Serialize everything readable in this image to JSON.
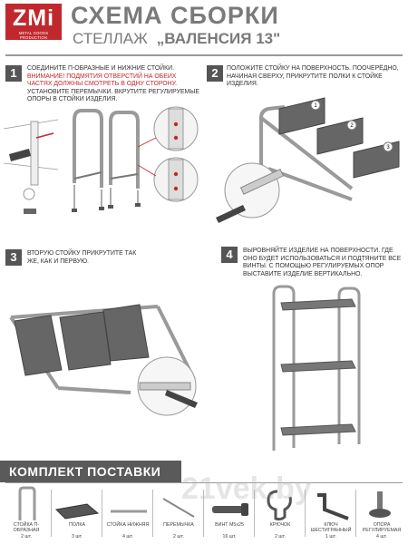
{
  "brand": {
    "logo": "ZMi",
    "tagline": "METAL GOODS PRODUCTION"
  },
  "header": {
    "title": "СХЕМА СБОРКИ",
    "subtitle": "СТЕЛЛАЖ",
    "model": "„ВАЛЕНСИЯ 13\""
  },
  "steps": [
    {
      "num": "1",
      "text_a": "СОЕДИНИТЕ П-ОБРАЗНЫЕ И НИЖНИЕ СТОЙКИ.",
      "warning": "ВНИМАНИЕ! ПОДМЯТИЯ ОТВЕРСТИЙ НА ОБЕИХ ЧАСТЯХ ДОЛЖНЫ СМОТРЕТЬ В ОДНУ СТОРОНУ.",
      "text_b": "УСТАНОВИТЕ ПЕРЕМЫЧКИ. ВКРУТИТЕ РЕГУЛИРУЕМЫЕ ОПОРЫ В СТОЙКИ ИЗДЕЛИЯ."
    },
    {
      "num": "2",
      "text": "ПОЛОЖИТЕ СТОЙКУ НА ПОВЕРХНОСТЬ. ПООЧЕРЁДНО, НАЧИНАЯ СВЕРХУ, ПРИКРУТИТЕ ПОЛКИ К СТОЙКЕ ИЗДЕЛИЯ.",
      "shelf_labels": [
        "1",
        "2",
        "3"
      ]
    },
    {
      "num": "3",
      "text": "ВТОРУЮ СТОЙКУ ПРИКРУТИТЕ ТАК ЖЕ, КАК И ПЕРВУЮ."
    },
    {
      "num": "4",
      "text": "ВЫРОВНЯЙТЕ ИЗДЕЛИЕ НА ПОВЕРХНОСТИ. ГДЕ ОНО БУДЕТ ИСПОЛЬЗОВАТЬСЯ И ПОДТЯНИТЕ ВСЕ ВИНТЫ. С ПОМОЩЬЮ РЕГУЛИРУЕМЫХ ОПОР ВЫСТАВИТЕ ИЗДЕЛИЕ ВЕРТИКАЛЬНО."
    }
  ],
  "kit": {
    "heading": "КОМПЛЕКТ ПОСТАВКИ",
    "items": [
      {
        "name": "СТОЙКА П-ОБРАЗНАЯ",
        "qty": "2 шт.",
        "icon": "u-post-icon"
      },
      {
        "name": "ПОЛКА",
        "qty": "3 шт.",
        "icon": "shelf-icon"
      },
      {
        "name": "СТОЙКА НИЖНЯЯ",
        "qty": "4 шт.",
        "icon": "lower-post-icon"
      },
      {
        "name": "ПЕРЕМЫЧКА",
        "qty": "2 шт.",
        "icon": "crossbar-icon"
      },
      {
        "name": "ВИНТ М5х25",
        "qty": "16 шт.",
        "icon": "screw-icon"
      },
      {
        "name": "КРЮЧОК",
        "qty": "2 шт.",
        "icon": "hook-icon"
      },
      {
        "name": "КЛЮЧ ШЕСТИГРАННЫЙ",
        "qty": "1 шт.",
        "icon": "hex-key-icon"
      },
      {
        "name": "ОПОРА РЕГУЛИРУЕМАЯ",
        "qty": "4 шт.",
        "icon": "adjustable-foot-icon"
      }
    ]
  },
  "watermark": "21vek.by",
  "colors": {
    "accent": "#c0282d",
    "frame": "#9a9a9a",
    "mesh": "#5f5f5f",
    "ink": "#333333"
  }
}
